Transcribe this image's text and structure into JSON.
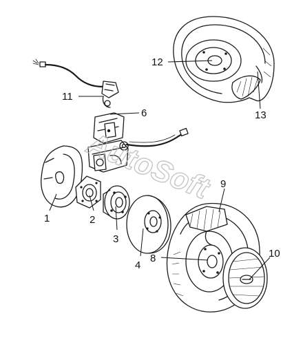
{
  "watermark": "AutoSoft",
  "callouts": {
    "c1": "1",
    "c2": "2",
    "c3": "3",
    "c4": "4",
    "c6": "6",
    "c8": "8",
    "c9": "9",
    "c10": "10",
    "c11": "11",
    "c12": "12",
    "c13": "13"
  }
}
